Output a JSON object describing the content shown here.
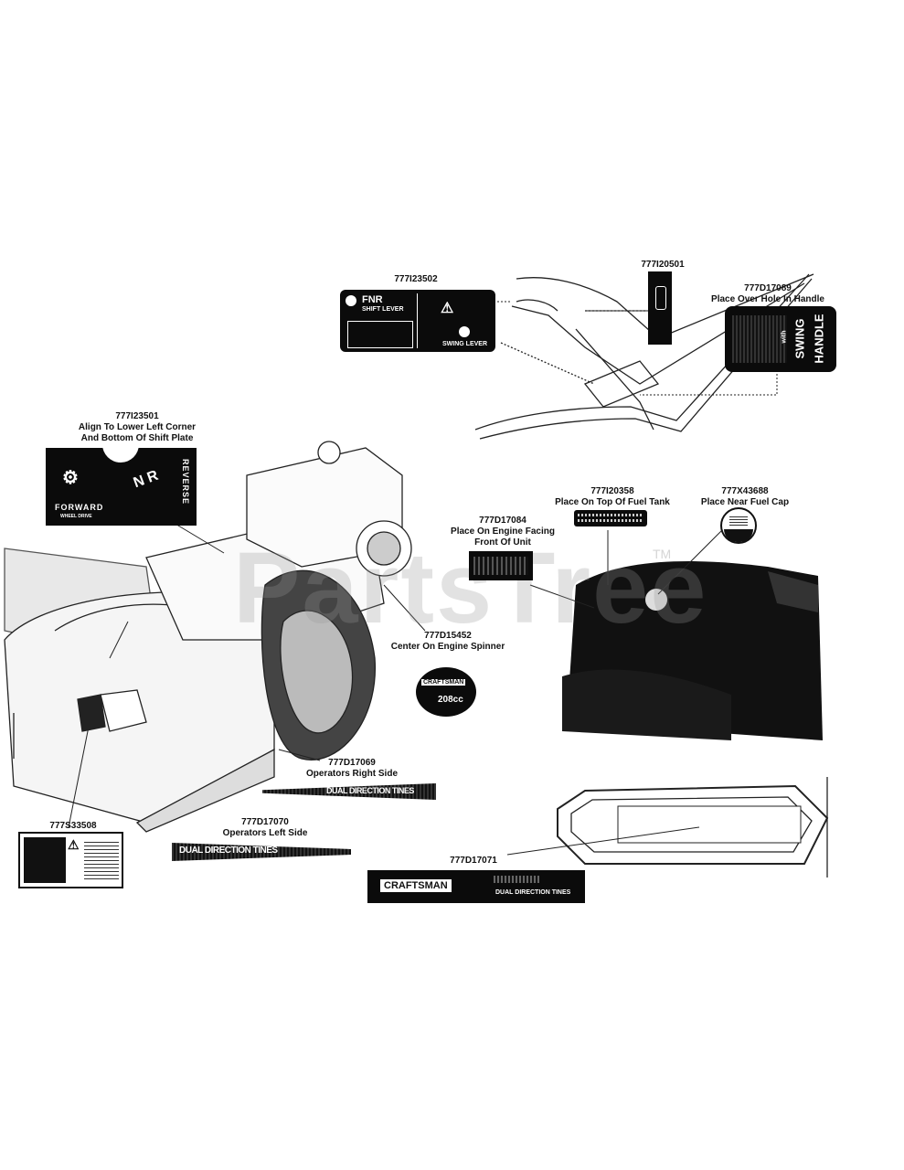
{
  "watermark": "PartsTree",
  "trademark": "TM",
  "parts": [
    {
      "part": "777I23502",
      "note": ""
    },
    {
      "part": "777I20501",
      "note": ""
    },
    {
      "part": "777D17089",
      "note": "Place Over Hole In Handle"
    },
    {
      "part": "777I23501",
      "note_line1": "Align To Lower Left Corner",
      "note_line2": "And Bottom Of Shift Plate"
    },
    {
      "part": "777I20358",
      "note": "Place On Top Of Fuel Tank"
    },
    {
      "part": "777X43688",
      "note": "Place Near Fuel Cap"
    },
    {
      "part": "777D17084",
      "note_line1": "Place On Engine Facing",
      "note_line2": "Front Of Unit"
    },
    {
      "part": "777D15452",
      "note": "Center On Engine Spinner"
    },
    {
      "part": "777D17069",
      "note": "Operators Right Side"
    },
    {
      "part": "777S33508",
      "note": ""
    },
    {
      "part": "777D17070",
      "note": "Operators Left Side"
    },
    {
      "part": "777D17071",
      "note": ""
    }
  ],
  "decals": {
    "shift": {
      "fnr": "FNR",
      "shift_lever": "SHIFT LEVER",
      "swing_lever": "SWING LEVER"
    },
    "swing_handle": {
      "line1": "SWING",
      "line2": "HANDLE",
      "with": "with"
    },
    "plate": {
      "reverse": "REVERSE",
      "forward": "FORWARD",
      "wheel_drive": "WHEEL DRIVE",
      "nr": "N R"
    },
    "spinner": {
      "brand": "CRAFTSMAN",
      "cc": "208cc"
    },
    "tines": {
      "right": "DUAL DIRECTION TINES",
      "left": "DUAL DIRECTION TINES"
    },
    "bottom": {
      "brand": "CRAFTSMAN",
      "tines": "DUAL DIRECTION TINES"
    }
  }
}
